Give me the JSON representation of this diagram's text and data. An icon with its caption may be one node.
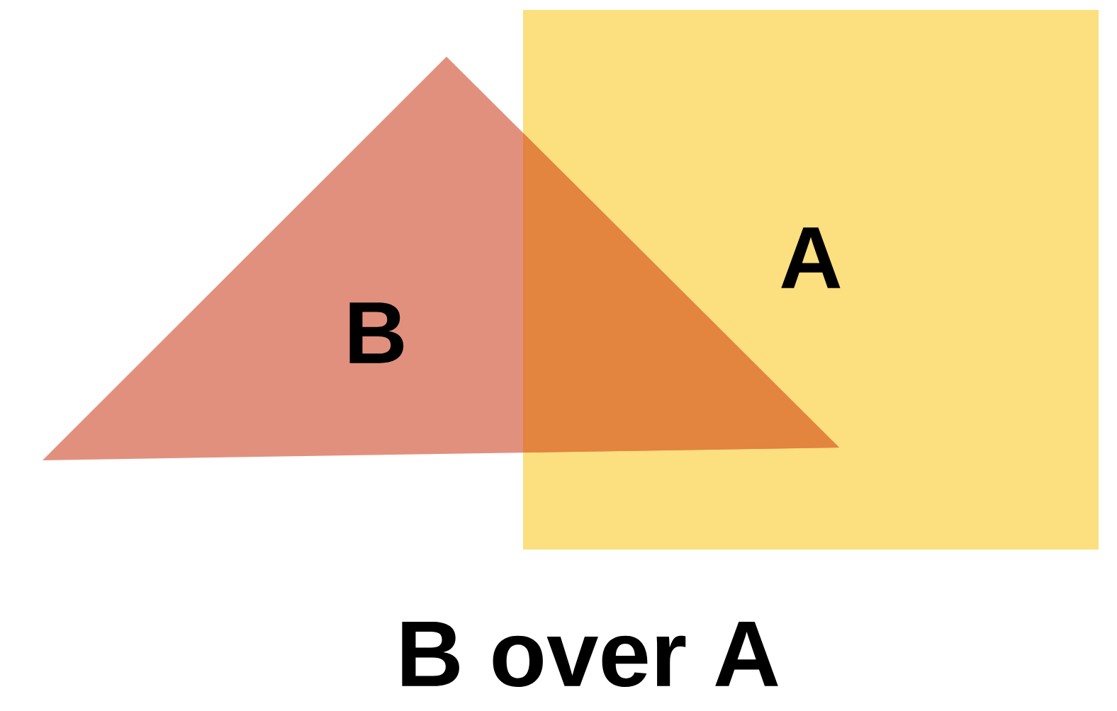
{
  "diagram": {
    "caption": "B over A",
    "nodes": [
      {
        "text": [
          "A"
        ]
      },
      {
        "text": [
          "B"
        ]
      }
    ]
  }
}
